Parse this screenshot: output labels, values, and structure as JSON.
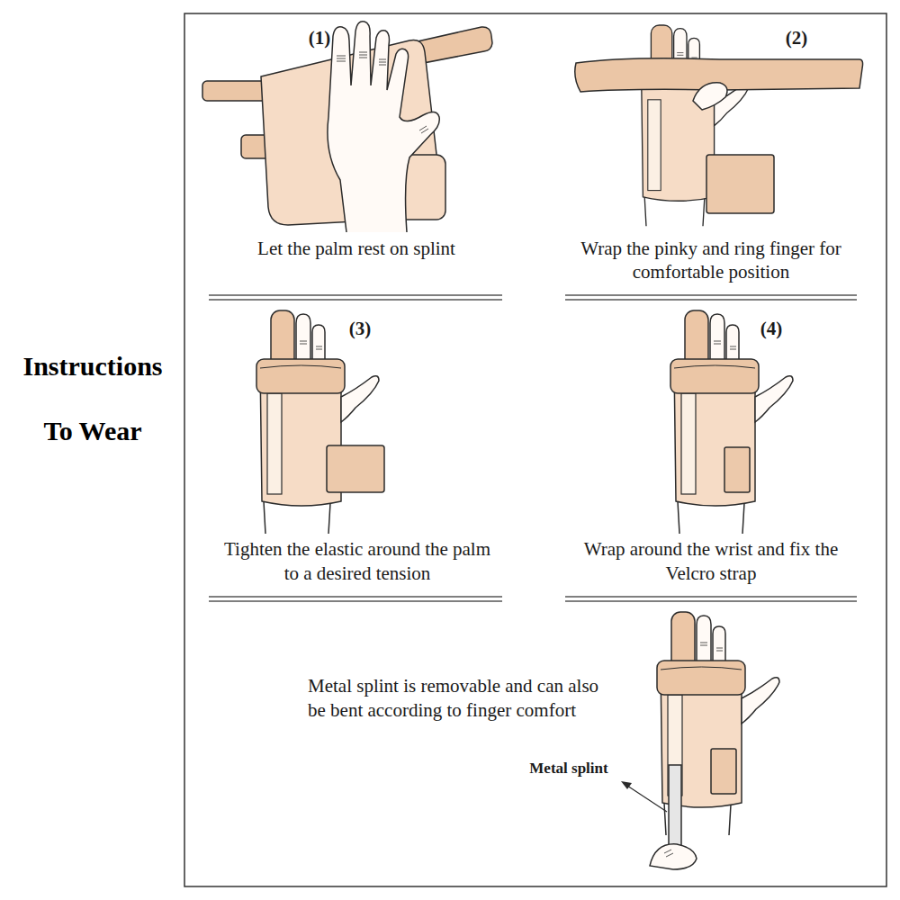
{
  "diagram": {
    "title": "Instructions To Wear",
    "labels": [
      "(1)",
      "Let the palm rest on splint",
      "(2)",
      "Wrap the pinky and ring finger for comfortable position",
      "(3)",
      "Tighten the elastic around the palm to a desired tension",
      "(4)",
      "Wrap around the wrist and fix the Velcro strap",
      "Metal splint is removable and can also be bent according to finger comfort",
      "Metal splint"
    ]
  }
}
